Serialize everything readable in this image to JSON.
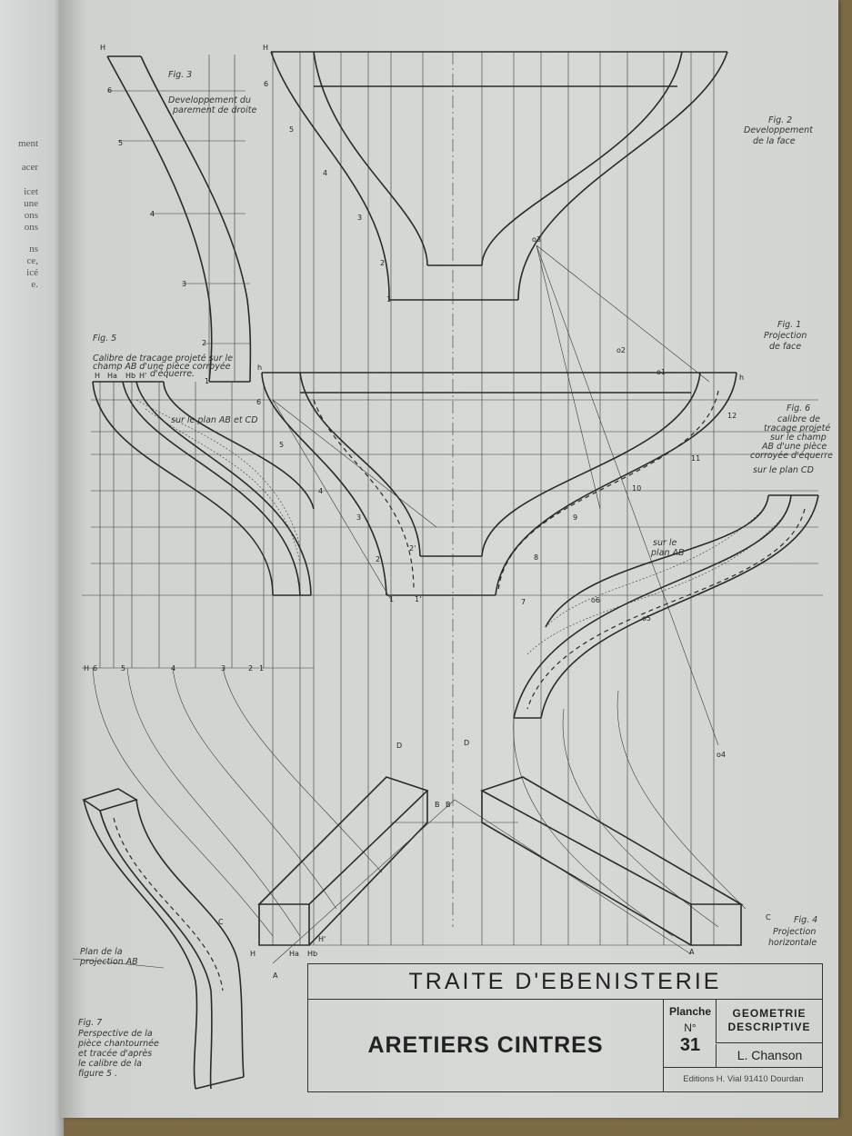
{
  "left_page": {
    "fragments": [
      "ment",
      "acer",
      "icet",
      "une",
      "ons",
      "ons",
      "ns",
      "ce,",
      "icé",
      "e."
    ]
  },
  "figures": {
    "fig2": {
      "label": "Fig. 2",
      "caption1": "Developpement",
      "caption2": "de la face"
    },
    "fig3": {
      "label": "Fig. 3",
      "caption1": "Developpement du",
      "caption2": "parement de droite"
    },
    "fig1": {
      "label": "Fig. 1",
      "caption1": "Projection",
      "caption2": "de face"
    },
    "fig5": {
      "label": "Fig. 5",
      "caption1": "Calibre de tracage projeté sur le",
      "caption2": "champ AB d'une pièce corroyée",
      "caption3": "d'équerre.",
      "plan": "sur le plan AB et CD"
    },
    "fig6": {
      "label": "Fig. 6",
      "caption1": "calibre de",
      "caption2": "tracage projeté",
      "caption3": "sur le champ",
      "caption4": "AB d'une pièce",
      "caption5": "corroyée d'équerre",
      "plan": "sur le plan CD",
      "plan_ab1": "sur le",
      "plan_ab2": "plan AB"
    },
    "fig4": {
      "label": "Fig. 4",
      "caption1": "Projection",
      "caption2": "horizontale"
    },
    "fig7": {
      "label": "Fig. 7",
      "caption1": "Perspective de la",
      "caption2": "pièce chantournée",
      "caption3": "et tracée d'après",
      "caption4": "le calibre de la",
      "caption5": "figure 5 .",
      "plan1": "Plan de la",
      "plan2": "projection AB"
    }
  },
  "points": {
    "H": "H",
    "h": "h",
    "Ha": "Ha",
    "Hb": "Hb",
    "H1": "H'",
    "A": "A",
    "B": "B",
    "C": "C",
    "D": "D",
    "o1": "o1",
    "o2": "o2",
    "o3": "o3",
    "o4": "o4",
    "o5": "o5",
    "o6": "o6",
    "n1": "1",
    "n2": "2",
    "n3": "3",
    "n4": "4",
    "n5": "5",
    "n6": "6",
    "n7": "7",
    "n8": "8",
    "n9": "9",
    "n10": "10",
    "n11": "11",
    "n12": "12",
    "n1p": "1'",
    "n2p": "2'"
  },
  "title_block": {
    "series": "TRAITE D'EBENISTERIE",
    "title": "ARETIERS CINTRES",
    "planche_label": "Planche",
    "number_label": "N°",
    "number": "31",
    "subject1": "GEOMETRIE",
    "subject2": "DESCRIPTIVE",
    "author": "L. Chanson",
    "publisher": "Editions H. Vial 91410 Dourdan"
  }
}
